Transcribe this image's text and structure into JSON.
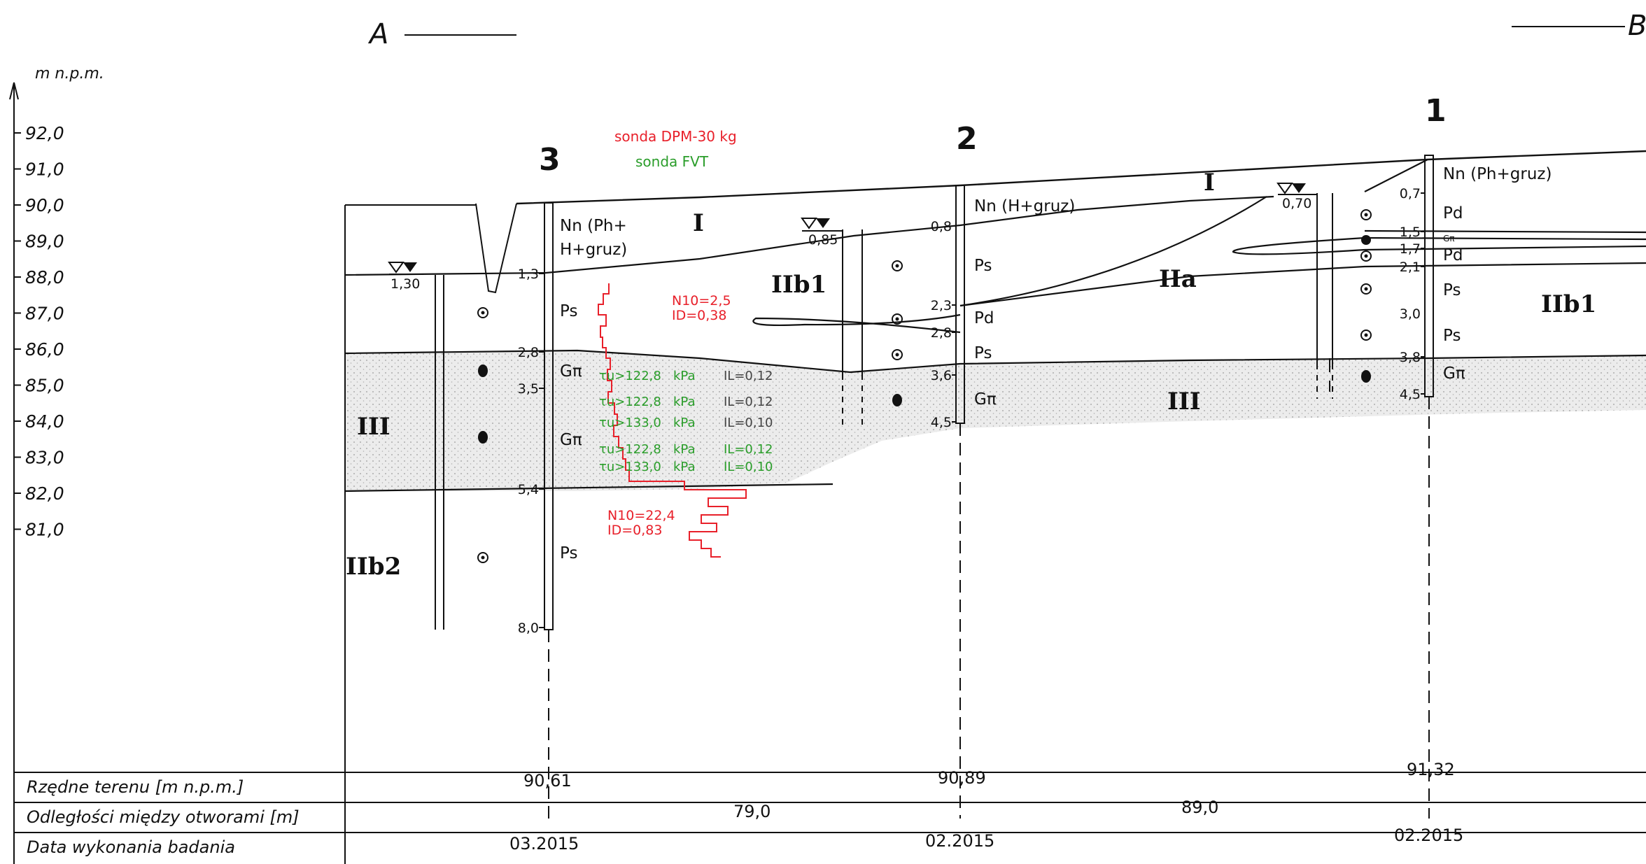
{
  "section": {
    "left": "A",
    "right": "B"
  },
  "axis": {
    "unit": "m n.p.m.",
    "ticks": [
      "92,0",
      "91,0",
      "90,0",
      "89,0",
      "88,0",
      "87,0",
      "86,0",
      "85,0",
      "84,0",
      "83,0",
      "82,0",
      "81,0"
    ]
  },
  "legend": {
    "dpm": "sonda DPM-30 kg",
    "fvt": "sonda FVT"
  },
  "colors": {
    "dpm": "#e8202a",
    "fvt": "#2a9d2a",
    "ink": "#111111"
  },
  "boreholes": [
    {
      "number": "3",
      "elevation": "90,61",
      "date": "03.2015",
      "depths": [
        "1,3",
        "2,8",
        "3,5",
        "5,4",
        "8,0"
      ],
      "water": "0,85",
      "soils": [
        "Nn (Ph+",
        "H+gruz)",
        "Ps",
        "Gπ",
        "Gπ",
        "Ps"
      ]
    },
    {
      "number": "2",
      "elevation": "90,89",
      "date": "02.2015",
      "depths": [
        "0,8",
        "2,3",
        "2,8",
        "3,6",
        "4,5"
      ],
      "soils": [
        "Nn (H+gruz)",
        "Ps",
        "Pd",
        "Ps",
        "Gπ"
      ]
    },
    {
      "number": "1",
      "elevation": "91,32",
      "date": "02.2015",
      "depths": [
        "0,7",
        "1,5",
        "1,7",
        "2,1",
        "3,0",
        "3,8",
        "4,5"
      ],
      "water": "0,70",
      "soils": [
        "Nn (Ph+gruz)",
        "Pd",
        "Gπ",
        "Pd",
        "Ps",
        "Ps",
        "Gπ"
      ]
    }
  ],
  "pit": {
    "water": "1,30"
  },
  "layers": [
    "I",
    "I",
    "IIb1",
    "IIa",
    "III",
    "III",
    "IIb1",
    "IIb2"
  ],
  "dpm_labels": {
    "top_n": "N10=2,5",
    "top_id": "ID=0,38",
    "bot_n": "N10=22,4",
    "bot_id": "ID=0,83"
  },
  "fvt_rows": [
    {
      "tau": "τu>122,8",
      "unit": "kPa",
      "il": "IL=0,12"
    },
    {
      "tau": "τu>122,8",
      "unit": "kPa",
      "il": "IL=0,12"
    },
    {
      "tau": "τu>133,0",
      "unit": "kPa",
      "il": "IL=0,10"
    },
    {
      "tau": "τu>122,8",
      "unit": "kPa",
      "il": "IL=0,12"
    },
    {
      "tau": "τu>133,0",
      "unit": "kPa",
      "il": "IL=0,10"
    }
  ],
  "table": {
    "row1": "Rzędne terenu [m n.p.m.]",
    "row2": "Odległości między otworami [m]",
    "row3": "Data wykonania badania",
    "distances": [
      "79,0",
      "89,0"
    ]
  }
}
